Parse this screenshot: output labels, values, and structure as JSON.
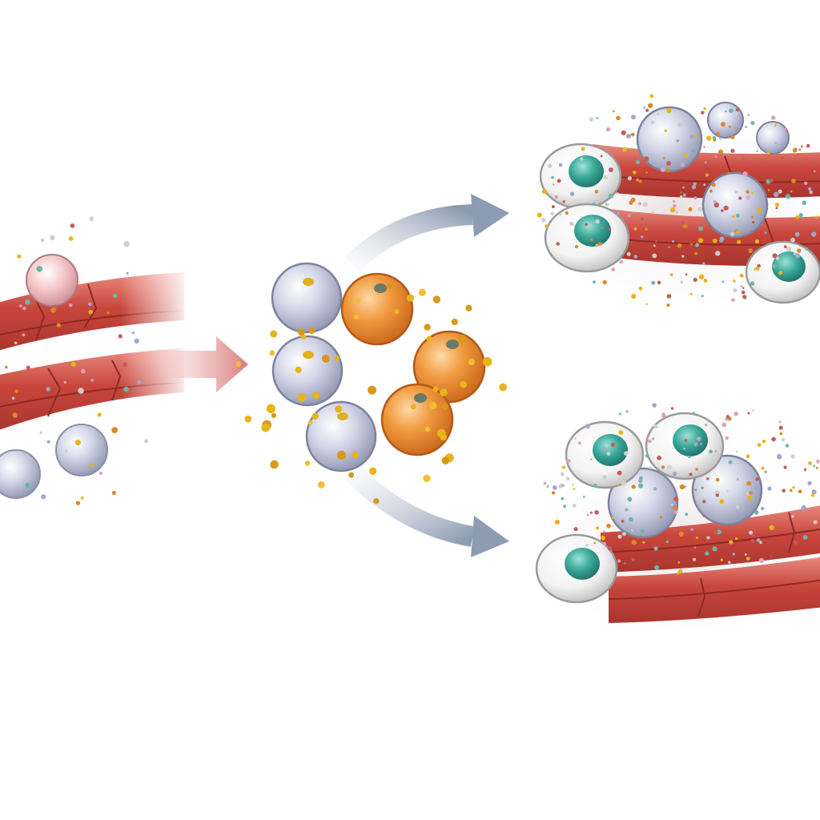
{
  "diagram": {
    "colors": {
      "background": "#ffffff",
      "muscle_fiber": "#c8463c",
      "muscle_highlight": "#e98a7e",
      "muscle_crack": "#8e2a24",
      "neutrophil": "#c9cde0",
      "neutrophil_dot": "#e0b020",
      "macrophage_m1": "#ee8a2e",
      "macrophage_m2": "#ffffff",
      "nucleus": "#3aa89a",
      "granule": "#e8b41a",
      "arrow_red": "#d97c7c",
      "arrow_blue": "#8d9cb2"
    },
    "panels": [
      {
        "id": "injured-muscle",
        "icons": [
          "muscle-fiber-icon",
          "immune-cell-icon"
        ]
      },
      {
        "id": "inflammatory-cells",
        "icons": [
          "neutrophil-icon",
          "macrophage-icon"
        ]
      },
      {
        "id": "regeneration-outcome-top",
        "icons": [
          "muscle-fiber-icon",
          "macrophage-icon"
        ]
      },
      {
        "id": "regeneration-outcome-bottom",
        "icons": [
          "muscle-fiber-icon",
          "macrophage-icon"
        ]
      }
    ],
    "arrows": [
      {
        "id": "arrow-injury-to-inflammation",
        "color_key": "arrow_red"
      },
      {
        "id": "arrow-inflammation-to-top",
        "color_key": "arrow_blue"
      },
      {
        "id": "arrow-inflammation-to-bottom",
        "color_key": "arrow_blue"
      }
    ]
  }
}
